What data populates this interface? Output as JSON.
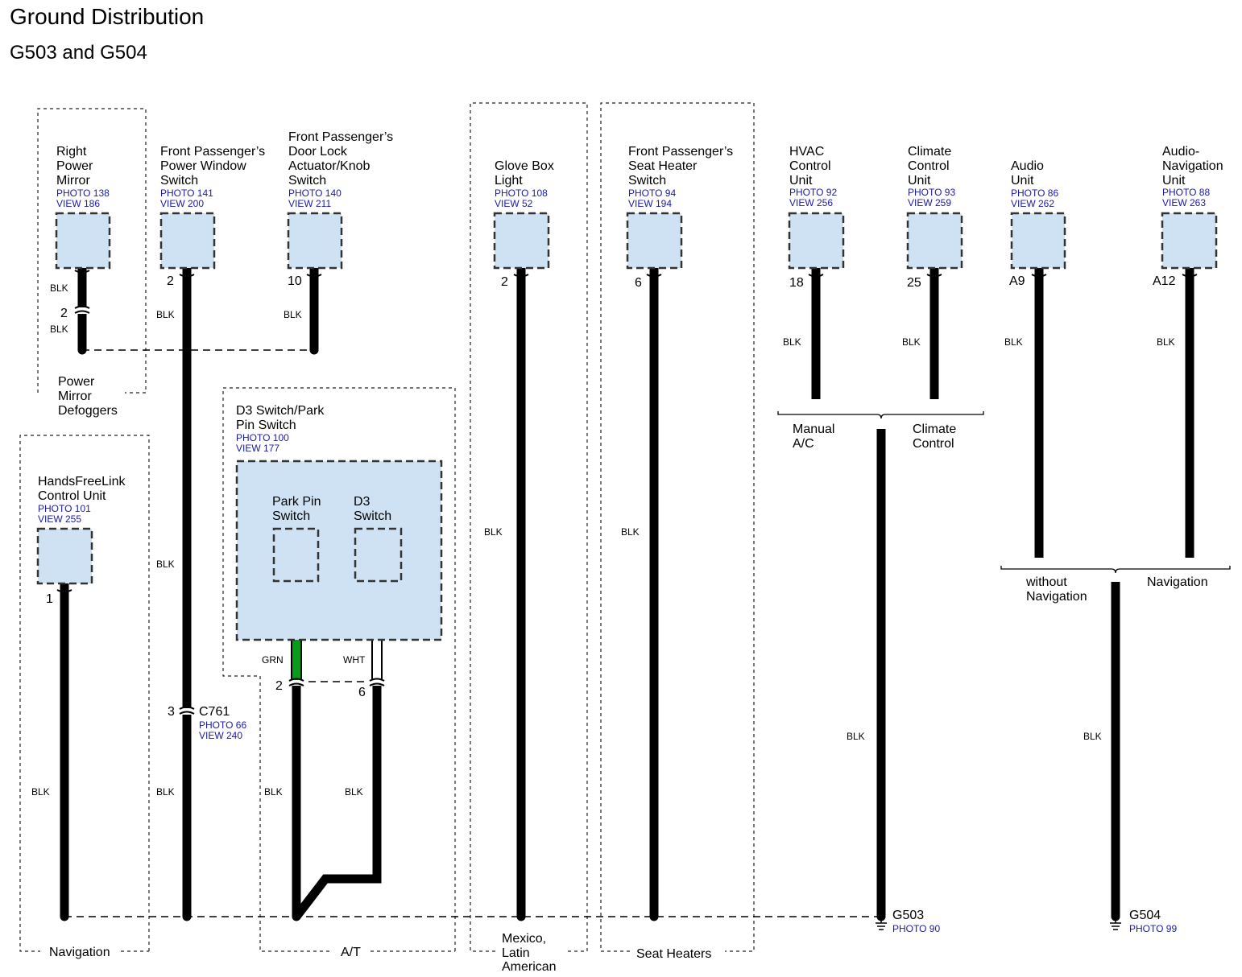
{
  "title": "Ground Distribution",
  "subtitle": "G503 and G504",
  "wire_color_black": "BLK",
  "wire_color_green": "GRN",
  "wire_color_white": "WHT",
  "components": {
    "right_power_mirror": {
      "l1": "Right",
      "l2": "Power",
      "l3": "Mirror",
      "photo": "PHOTO 138",
      "view": "VIEW 186",
      "pin": "2"
    },
    "fp_power_window": {
      "l1": "Front Passenger’s",
      "l2": "Power Window",
      "l3": "Switch",
      "photo": "PHOTO 141",
      "view": "VIEW 200",
      "pin": "2"
    },
    "fp_door_lock": {
      "l1": "Front Passenger’s",
      "l2": "Door Lock",
      "l3": "Actuator/Knob",
      "l4": "Switch",
      "photo": "PHOTO 140",
      "view": "VIEW 211",
      "pin": "10"
    },
    "glove_box": {
      "l1": "Glove Box",
      "l2": "Light",
      "photo": "PHOTO 108",
      "view": "VIEW 52",
      "pin": "2"
    },
    "fp_seat_heater": {
      "l1": "Front Passenger’s",
      "l2": "Seat Heater",
      "l3": "Switch",
      "photo": "PHOTO 94",
      "view": "VIEW 194",
      "pin": "6"
    },
    "hvac": {
      "l1": "HVAC",
      "l2": "Control",
      "l3": "Unit",
      "photo": "PHOTO 92",
      "view": "VIEW 256",
      "pin": "18"
    },
    "climate": {
      "l1": "Climate",
      "l2": "Control",
      "l3": "Unit",
      "photo": "PHOTO 93",
      "view": "VIEW 259",
      "pin": "25"
    },
    "audio": {
      "l1": "Audio",
      "l2": "Unit",
      "photo": "PHOTO 86",
      "view": "VIEW 262",
      "pin": "A9"
    },
    "audio_nav": {
      "l1": "Audio-",
      "l2": "Navigation",
      "l3": "Unit",
      "photo": "PHOTO 88",
      "view": "VIEW 263",
      "pin": "A12"
    },
    "handsfreelink": {
      "l1": "HandsFreeLink",
      "l2": "Control Unit",
      "photo": "PHOTO 101",
      "view": "VIEW 255",
      "pin": "1"
    },
    "d3_switch": {
      "l1": "D3 Switch/Park",
      "l2": "Pin Switch",
      "photo": "PHOTO 100",
      "view": "VIEW 177",
      "park_l1": "Park Pin",
      "park_l2": "Switch",
      "d3_l1": "D3",
      "d3_l2": "Switch",
      "pin_park": "2",
      "pin_d3": "6"
    }
  },
  "connectors": {
    "mirror_inline_pin": "2",
    "c761": {
      "name": "C761",
      "pin": "3",
      "photo": "PHOTO 66",
      "view": "VIEW 240"
    }
  },
  "grounds": {
    "g503": {
      "name": "G503",
      "photo": "PHOTO 90"
    },
    "g504": {
      "name": "G504",
      "photo": "PHOTO 99"
    }
  },
  "option_labels": {
    "power_mirror": {
      "l1": "Power",
      "l2": "Mirror",
      "l3": "Defoggers"
    },
    "navigation": "Navigation",
    "at": "A/T",
    "mexico": {
      "l1": "Mexico,",
      "l2": "Latin",
      "l3": "American"
    },
    "seat_heaters": "Seat Heaters",
    "manual_ac": {
      "l1": "Manual",
      "l2": "A/C"
    },
    "climate_control": {
      "l1": "Climate",
      "l2": "Control"
    },
    "without_nav": {
      "l1": "without",
      "l2": "Navigation"
    },
    "with_nav": "Navigation"
  }
}
